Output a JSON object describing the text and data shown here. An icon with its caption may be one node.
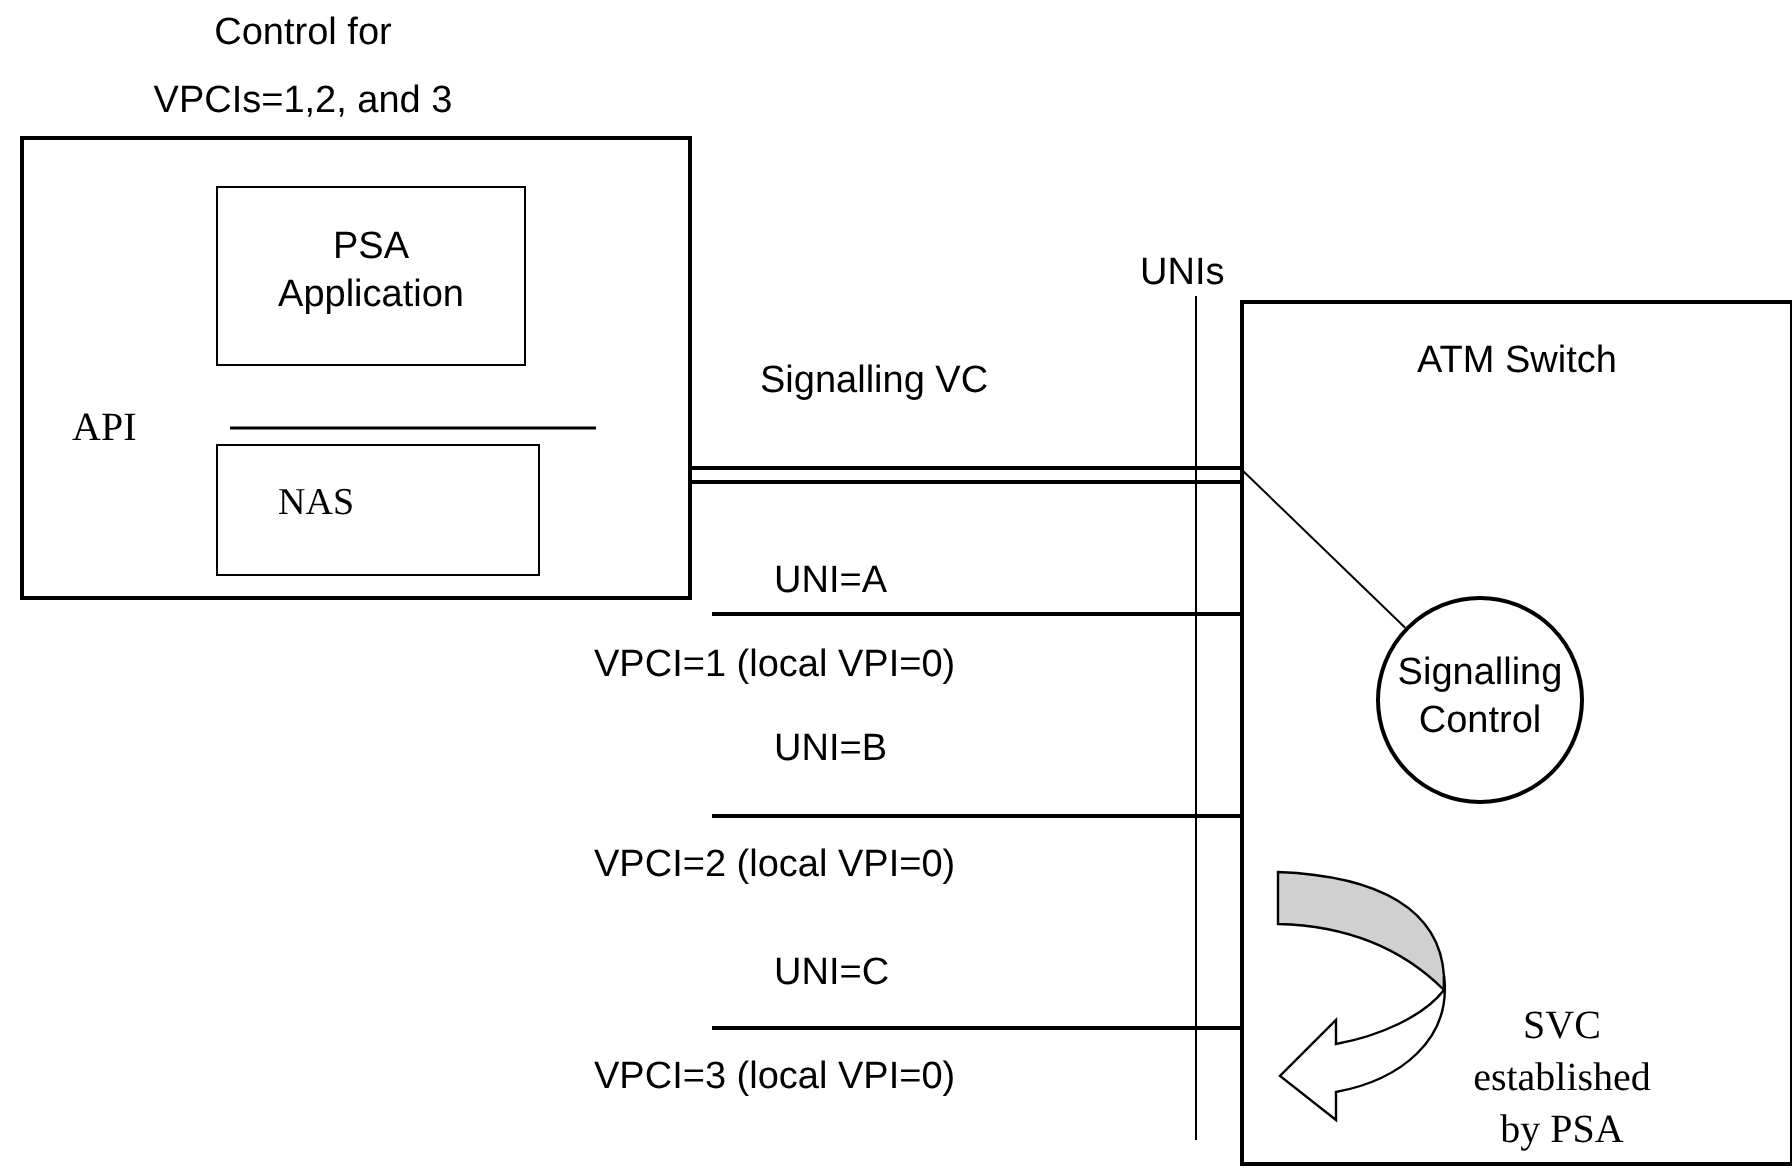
{
  "diagram": {
    "nodes": [
      {
        "text": [
          "Control for VPCIs=1,2, and 3"
        ]
      },
      {
        "text": [
          "PSA Application"
        ],
        "in": 0
      },
      {
        "text": [
          "NAS"
        ],
        "in": 0
      },
      {
        "text": [
          "ATM Switch"
        ]
      },
      {
        "text": [
          "Signalling Control"
        ],
        "in": 3
      }
    ],
    "edges": [
      {
        "from": 0,
        "to": 3,
        "arrow": "none",
        "label": "Signalling VC"
      },
      {
        "from": 3,
        "to": 4,
        "arrow": "none"
      },
      {
        "from": null,
        "to": 3,
        "arrow": "none",
        "label": "UNI=A"
      },
      {
        "from": null,
        "to": 3,
        "arrow": "none",
        "label": "UNI=B"
      },
      {
        "from": null,
        "to": 3,
        "arrow": "none",
        "label": "UNI=C"
      }
    ],
    "labels": [
      "UNIs",
      "API",
      "VPCI=1 (local VPI=0)",
      "VPCI=2 (local VPI=0)",
      "VPCI=3 (local VPI=0)",
      "SVC established by PSA"
    ]
  }
}
